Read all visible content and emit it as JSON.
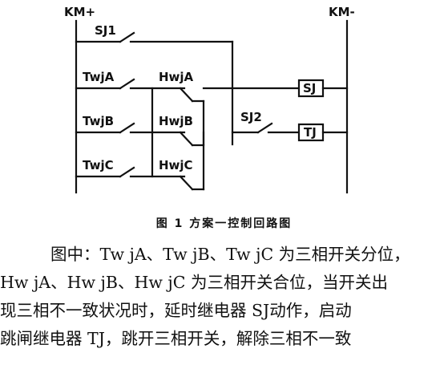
{
  "diagram": {
    "labels": {
      "bus_pos": "KM+",
      "bus_neg": "KM-",
      "sj1": "SJ1",
      "twja": "TwjA",
      "twjb": "TwjB",
      "twjc": "TwjC",
      "hwja": "HwjA",
      "hwjb": "HwjB",
      "hwjc": "HwjC",
      "sj2": "SJ2",
      "relay_sj": "SJ",
      "relay_tj": "TJ"
    }
  },
  "caption": "图 1 方案一控制回路图",
  "paragraph": {
    "line1": "图中：Tw jA、Tw jB、Tw jC 为三相开关分位，",
    "line2": "Hw jA、Hw jB、Hw jC 为三相开关合位，当开关出",
    "line3": "现三相不一致状况时，延时继电器 SJ动作，启动",
    "line4": "跳闸继电器 TJ，跳开三相开关，解除三相不一致"
  }
}
